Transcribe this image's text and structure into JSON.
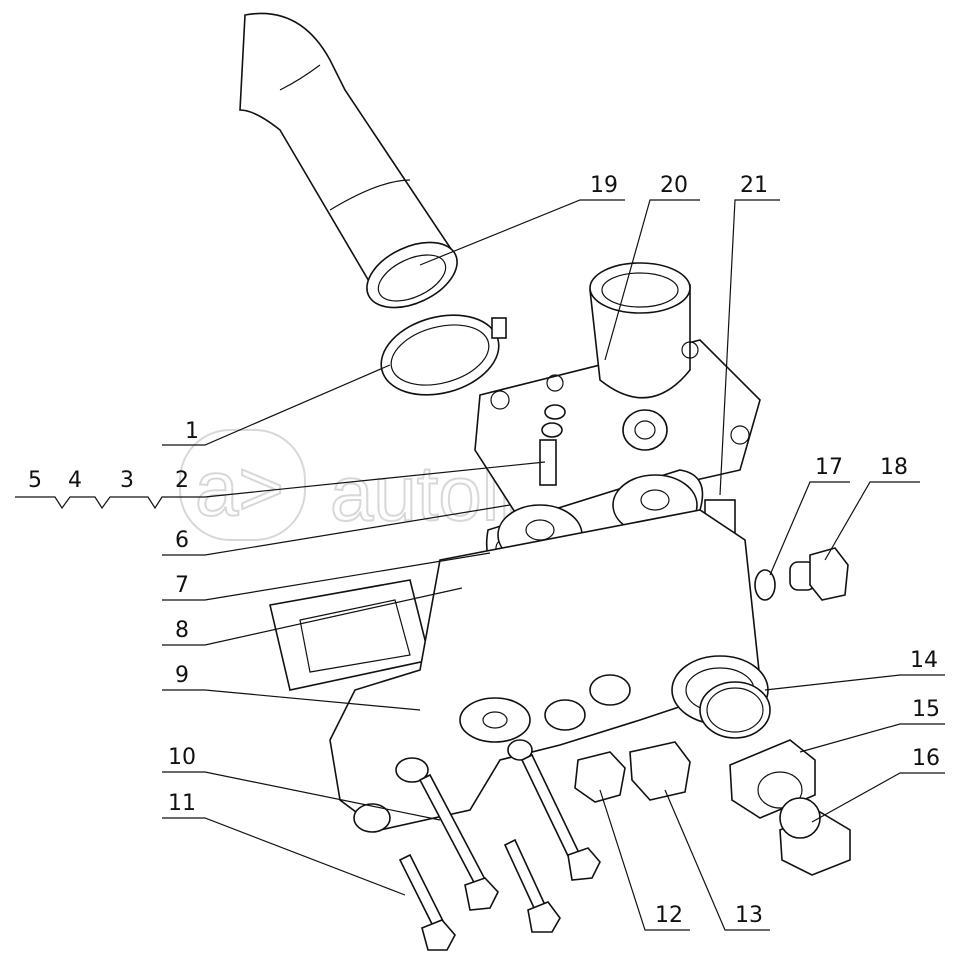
{
  "diagram": {
    "watermark": "a> autoliter.ru",
    "callouts": [
      "1",
      "2",
      "3",
      "4",
      "5",
      "6",
      "7",
      "8",
      "9",
      "10",
      "11",
      "12",
      "13",
      "14",
      "15",
      "16",
      "17",
      "18",
      "19",
      "20",
      "21"
    ]
  }
}
